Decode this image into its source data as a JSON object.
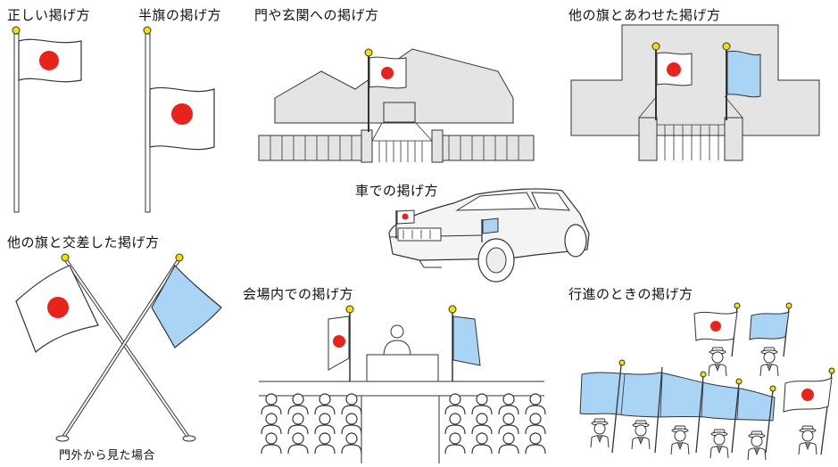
{
  "titles": {
    "correct": "正しい掲げ方",
    "half_mast": "半旗の掲げ方",
    "gate": "門や玄関への掲げ方",
    "with_other": "他の旗とあわせた掲げ方",
    "car": "車での掲げ方",
    "crossed": "他の旗と交差した掲げ方",
    "venue": "会場内での掲げ方",
    "parade": "行進のときの掲げ方"
  },
  "crossed_caption": "門外から見た場合",
  "colors": {
    "japan_red": "#e8231b",
    "other_flag_blue": "#a9d4f5",
    "finial_yellow": "#f5e000",
    "building_gray": "#e4e4e4",
    "line": "#333333"
  }
}
